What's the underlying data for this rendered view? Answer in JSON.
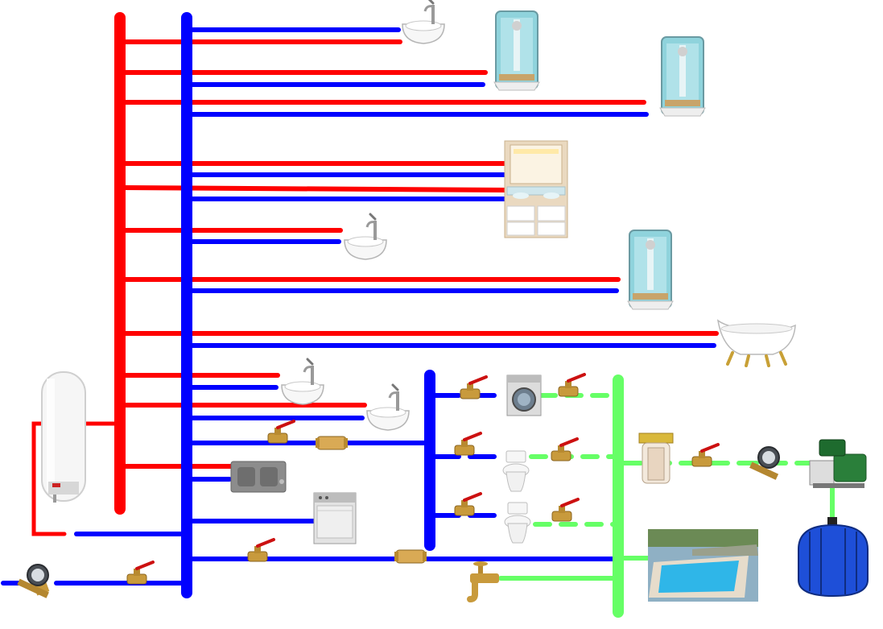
{
  "colors": {
    "hot_pipe": "#ff0000",
    "cold_pipe": "#0000ff",
    "rainwater_pipe": "#66ff66",
    "valve_body": "#c89a3c",
    "valve_handle": "#cc1111",
    "fixture_white": "#f4f4f4",
    "shower_glass": "#8fd3dc",
    "tank_blue": "#1e4fd8",
    "pool_water": "#2fb6e8"
  },
  "legend": {},
  "fixtures": [
    {
      "kind": "washbasin",
      "icon": "washbasin-icon"
    },
    {
      "kind": "shower-cabin",
      "icon": "shower-cabin-icon"
    },
    {
      "kind": "shower-cabin",
      "icon": "shower-cabin-icon"
    },
    {
      "kind": "double-vanity",
      "icon": "vanity-icon"
    },
    {
      "kind": "washbasin",
      "icon": "washbasin-icon"
    },
    {
      "kind": "shower-cabin",
      "icon": "shower-cabin-icon"
    },
    {
      "kind": "bathtub",
      "icon": "bathtub-icon"
    },
    {
      "kind": "washbasin",
      "icon": "washbasin-icon"
    },
    {
      "kind": "washbasin",
      "icon": "washbasin-icon"
    },
    {
      "kind": "kitchen-sink",
      "icon": "kitchen-sink-icon"
    },
    {
      "kind": "dishwasher",
      "icon": "dishwasher-icon"
    },
    {
      "kind": "washing-machine",
      "icon": "washing-machine-icon"
    },
    {
      "kind": "toilet",
      "icon": "toilet-icon"
    },
    {
      "kind": "toilet",
      "icon": "toilet-icon"
    },
    {
      "kind": "garden-tap",
      "icon": "garden-tap-icon"
    },
    {
      "kind": "swimming-pool",
      "icon": "swimming-pool-icon"
    },
    {
      "kind": "water-heater",
      "icon": "water-heater-icon"
    },
    {
      "kind": "water-meter",
      "icon": "water-meter-icon"
    },
    {
      "kind": "water-meter",
      "icon": "water-meter-icon"
    },
    {
      "kind": "sediment-filter",
      "icon": "filter-icon"
    },
    {
      "kind": "booster-pump",
      "icon": "pump-icon"
    },
    {
      "kind": "rainwater-tank",
      "icon": "tank-icon"
    }
  ]
}
